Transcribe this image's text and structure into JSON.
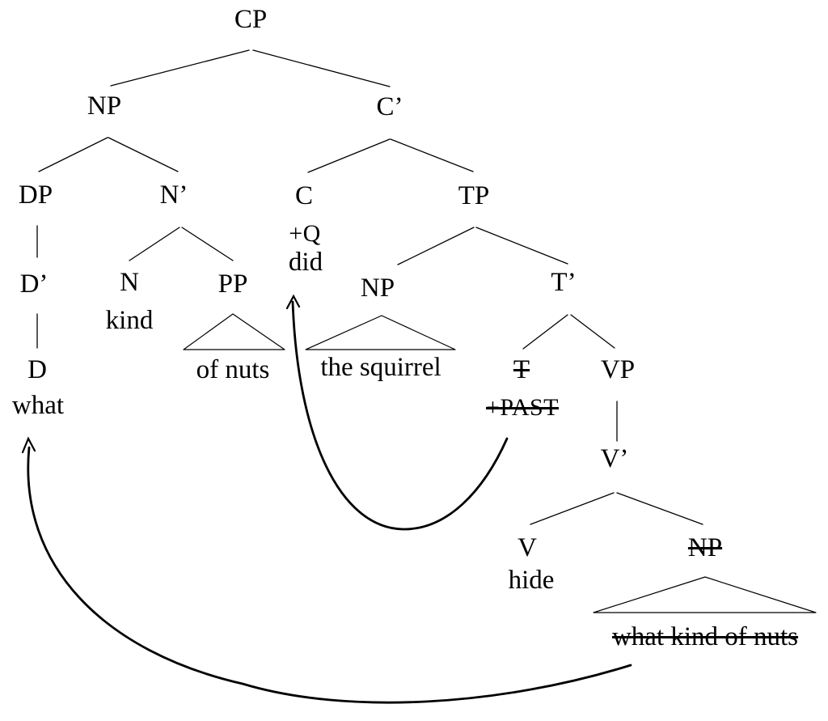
{
  "diagram": {
    "type": "syntax-tree",
    "labels": {
      "cp": "CP",
      "np_wh": "NP",
      "cbar": "C’",
      "dp": "DP",
      "nbar": "N’",
      "c": "C",
      "c_feature": "+Q",
      "c_word": "did",
      "tp": "TP",
      "dbar": "D’",
      "n": "N",
      "n_word": "kind",
      "pp": "PP",
      "pp_words": "of nuts",
      "np_subject": "NP",
      "np_subject_words": "the squirrel",
      "tbar": "T’",
      "d": "D",
      "d_word": "what",
      "t": "T",
      "t_feature": "+PAST",
      "vp": "VP",
      "vbar": "V’",
      "v": "V",
      "v_word": "hide",
      "np_object": "NP",
      "np_object_words": "what kind of nuts"
    },
    "struck_out_nodes": [
      "T",
      "+PAST",
      "NP (object)",
      "what kind of nuts"
    ],
    "movements": [
      {
        "arrow": "t-to-c-movement",
        "from": "T (+PAST)",
        "to": "C (did)"
      },
      {
        "arrow": "wh-movement",
        "from": "NP (what kind of nuts)",
        "to": "D (what)"
      }
    ],
    "colors": {
      "ink": "#000000",
      "background": "#ffffff"
    }
  }
}
